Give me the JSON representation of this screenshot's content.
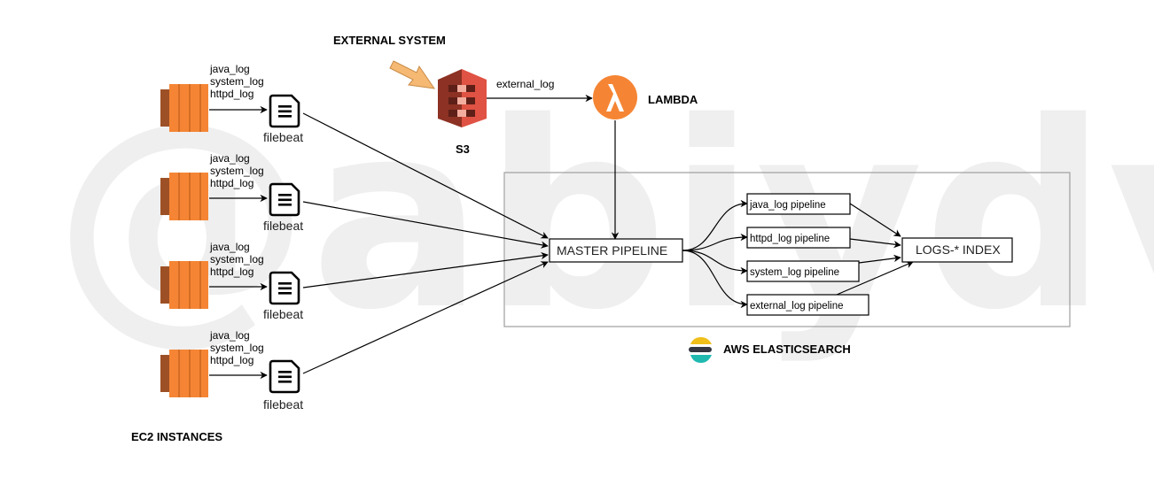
{
  "watermark": "@abiydv",
  "labels": {
    "external_system": "EXTERNAL SYSTEM",
    "s3": "S3",
    "lambda": "LAMBDA",
    "external_log_edge": "external_log",
    "ec2_instances": "EC2 INSTANCES",
    "aws_elasticsearch": "AWS ELASTICSEARCH",
    "master_pipeline": "MASTER PIPELINE",
    "logs_index": "LOGS-* INDEX"
  },
  "instance_logs": [
    "java_log",
    "system_log",
    "httpd_log"
  ],
  "filebeat_label": "filebeat",
  "pipelines": [
    "java_log pipeline",
    "httpd_log pipeline",
    "system_log pipeline",
    "external_log pipeline"
  ],
  "colors": {
    "ec2": "#f58534",
    "ec2_dark": "#9d5025",
    "s3": "#e05243",
    "s3_dark": "#8c3123",
    "lambda": "#f58534",
    "arrow_yellow": "#f5b974",
    "container_border": "#9e9e9e",
    "watermark": "#efefef"
  },
  "icons": {
    "ec2": "ec2-instance-icon",
    "filebeat": "document-icon",
    "s3": "s3-bucket-icon",
    "lambda": "lambda-icon",
    "elastic": "elastic-logo-icon"
  }
}
